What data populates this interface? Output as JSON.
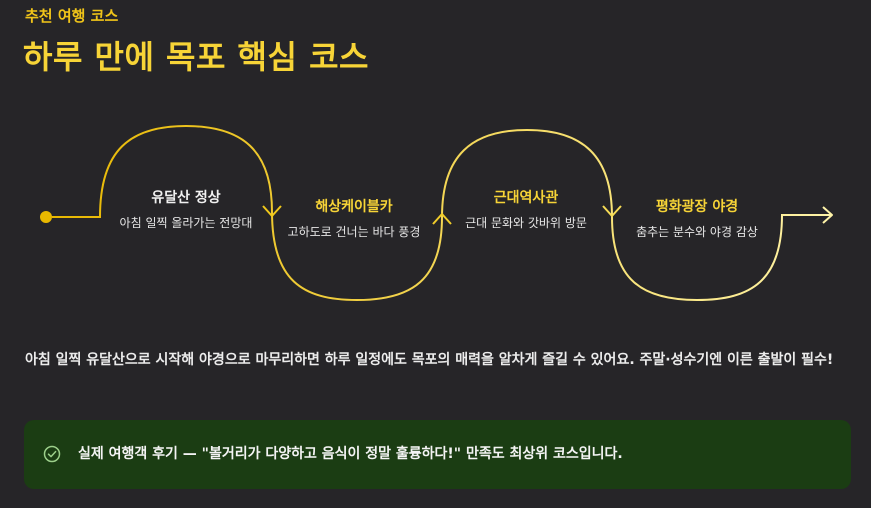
{
  "header": {
    "eyebrow": "추천 여행 코스",
    "title": "하루 만에 목포 핵심 코스"
  },
  "route": {
    "stops": [
      {
        "name": "유달산 정상",
        "desc": "아침 일찍 올라가는 전망대"
      },
      {
        "name": "해상케이블카",
        "desc": "고하도로 건너는 바다 풍경"
      },
      {
        "name": "근대역사관",
        "desc": "근대 문화와 갓바위 방문"
      },
      {
        "name": "평화광장 야경",
        "desc": "춤추는 분수와 야경 감상"
      }
    ]
  },
  "summary": "아침 일찍 유달산으로 시작해 야경으로 마무리하면 하루 일정에도 목포의 매력을 알차게 즐길 수 있어요. 주말·성수기엔 이른 출발이 필수!",
  "review": {
    "icon": "check-circle-icon",
    "text": "실제 여행객 후기 — \"볼거리가 다양하고 음식이 정말 훌륭하다!\" 만족도 최상위 코스입니다."
  },
  "colors": {
    "background": "#262528",
    "accent": "#f7d437",
    "review_bg": "#1b3d13"
  }
}
